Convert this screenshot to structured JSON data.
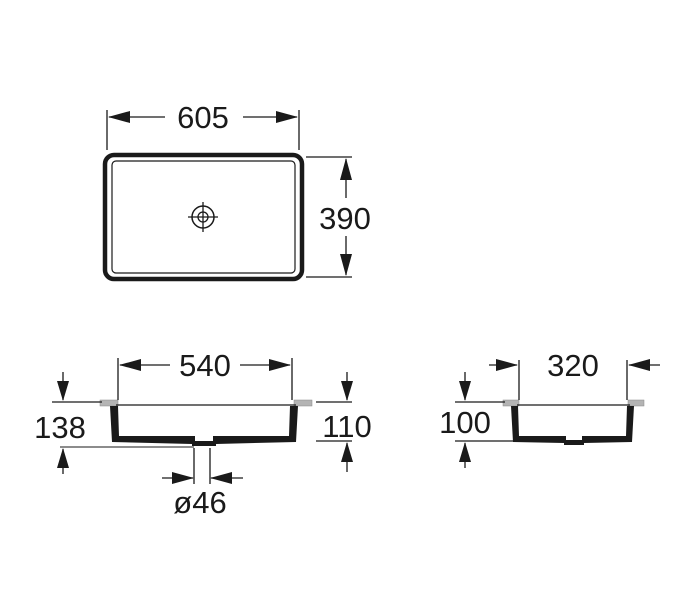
{
  "top_view": {
    "width_label": "605",
    "depth_label": "390",
    "drain_icon": "drain-crosshair-icon"
  },
  "front_section": {
    "inner_width_label": "540",
    "total_height_label": "138",
    "bowl_depth_label": "110",
    "drain_diameter_label": "ø46"
  },
  "side_section": {
    "inner_depth_label": "320",
    "bowl_depth_label": "100"
  },
  "colors": {
    "line": "#1a1a1a",
    "rim_gray": "#b4b4b4"
  }
}
